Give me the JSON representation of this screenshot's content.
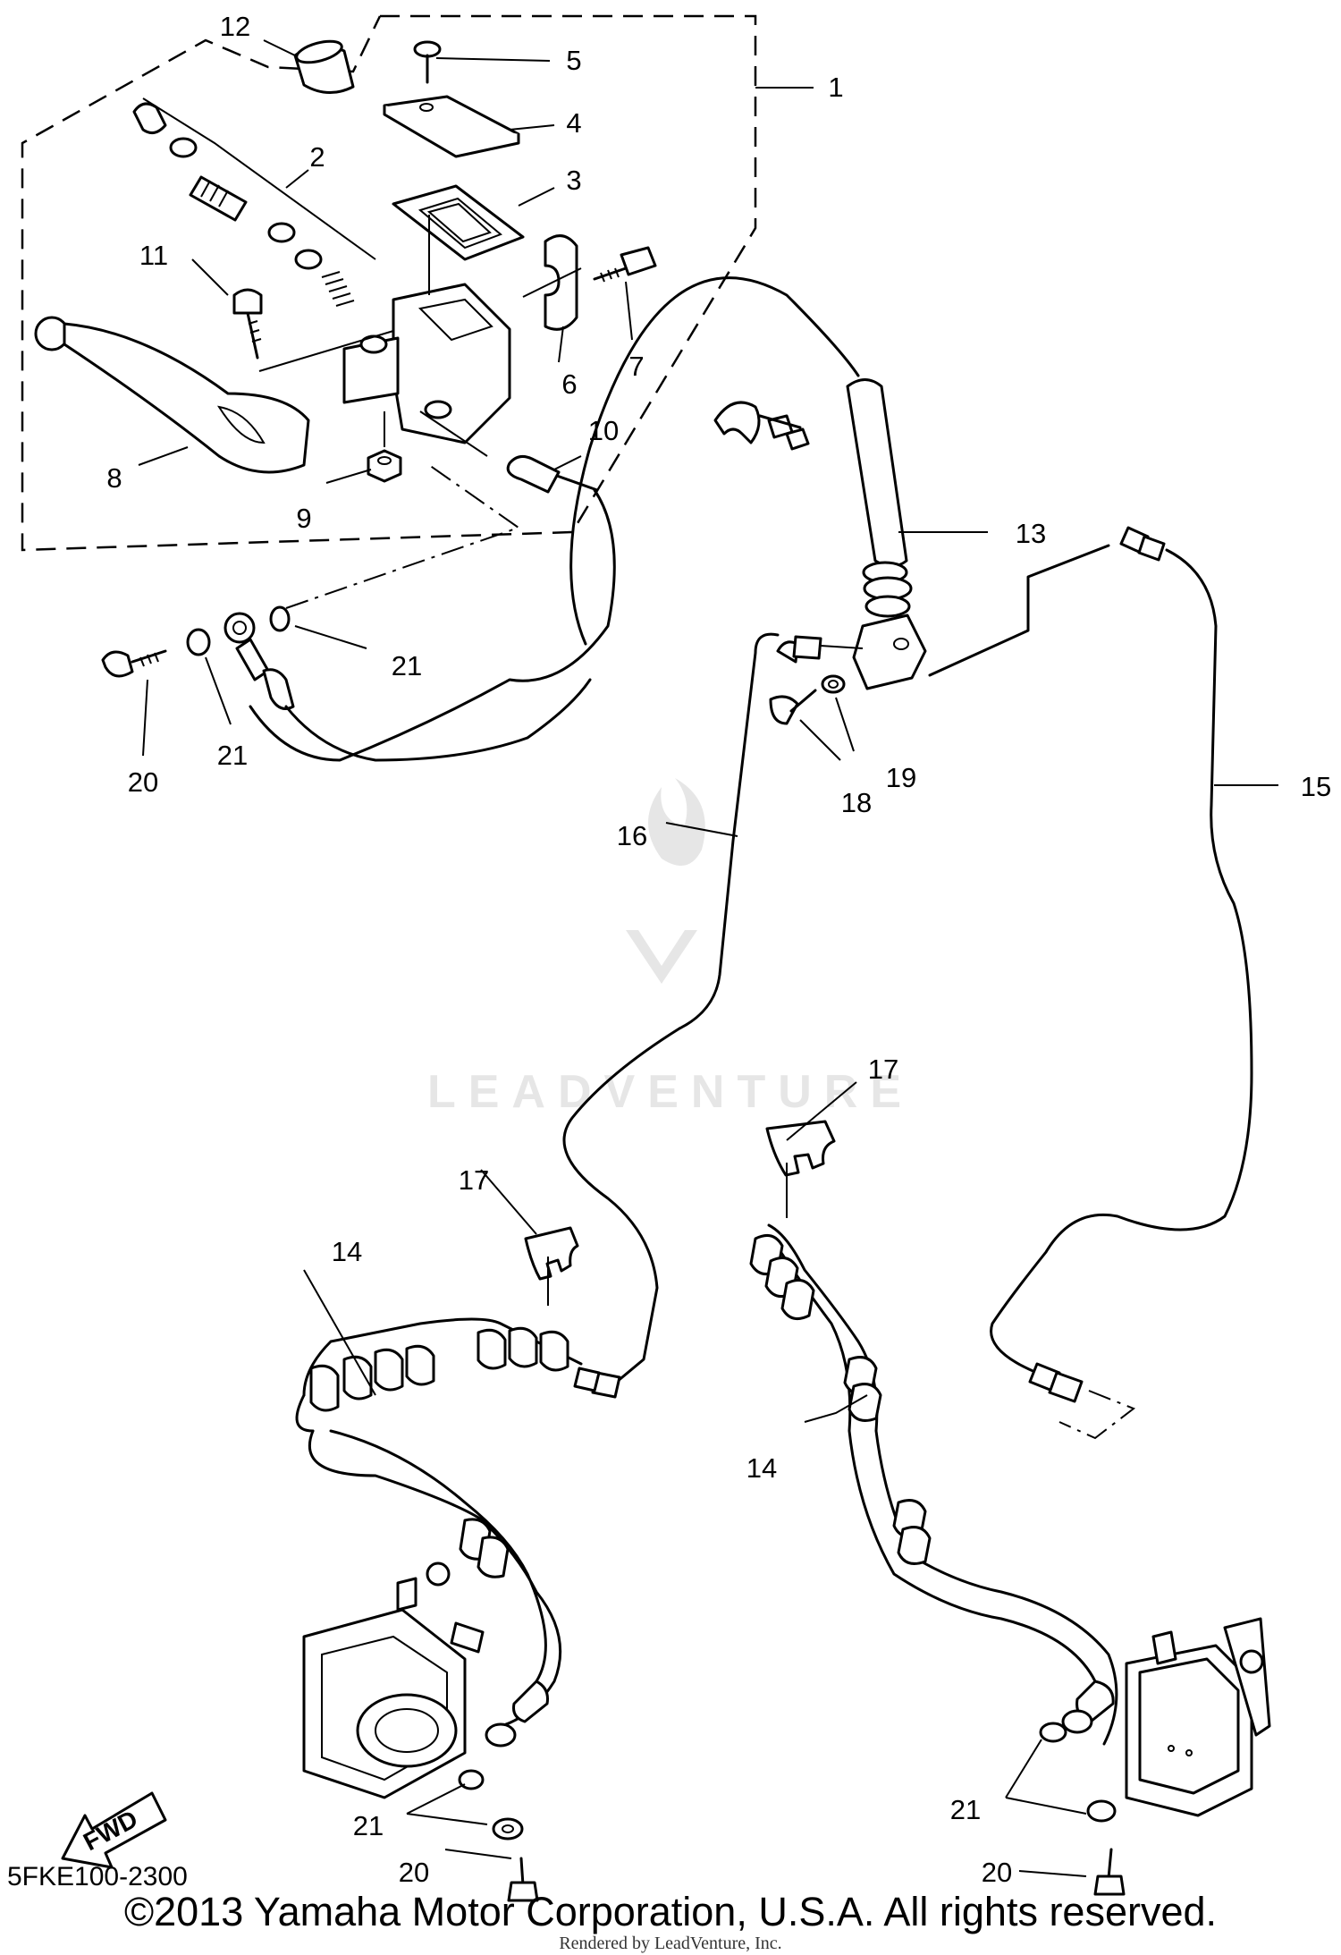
{
  "diagram_code": "5FKE100-2300",
  "copyright": "©2013 Yamaha Motor Corporation, U.S.A. All rights reserved.",
  "rendered_by": "Rendered by LeadVenture, Inc.",
  "watermark": "LEADVENTURE",
  "fwd_label": "FWD",
  "callouts": {
    "c1": "1",
    "c2": "2",
    "c3": "3",
    "c4": "4",
    "c5": "5",
    "c6": "6",
    "c7": "7",
    "c8": "8",
    "c9": "9",
    "c10": "10",
    "c11": "11",
    "c12": "12",
    "c13": "13",
    "c14a": "14",
    "c14b": "14",
    "c15": "15",
    "c16": "16",
    "c17a": "17",
    "c17b": "17",
    "c18": "18",
    "c19": "19",
    "c20a": "20",
    "c20b": "20",
    "c20c": "20",
    "c21a": "21",
    "c21b": "21",
    "c21c": "21",
    "c21d": "21"
  },
  "colors": {
    "ink": "#000000",
    "watermark": "#e6e6e6"
  }
}
